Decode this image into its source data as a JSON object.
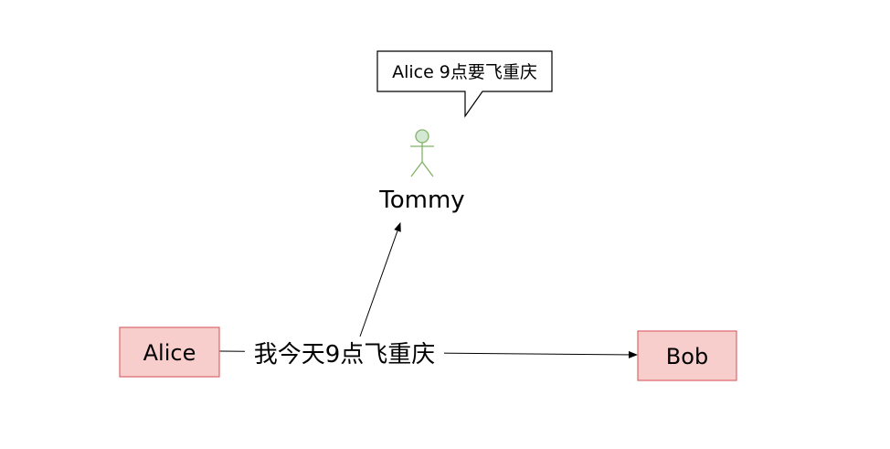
{
  "nodes": {
    "alice": {
      "label": "Alice"
    },
    "bob": {
      "label": "Bob"
    },
    "tommy": {
      "label": "Tommy"
    }
  },
  "edges": {
    "alice_to_bob": {
      "label": "我今天9点飞重庆"
    }
  },
  "callout": {
    "text": "Alice 9点要飞重庆"
  },
  "colors": {
    "box_fill": "#f8cecc",
    "box_stroke": "#d9686c",
    "actor_fill": "#d5e8d4",
    "actor_stroke": "#82b366",
    "line": "#000000"
  }
}
